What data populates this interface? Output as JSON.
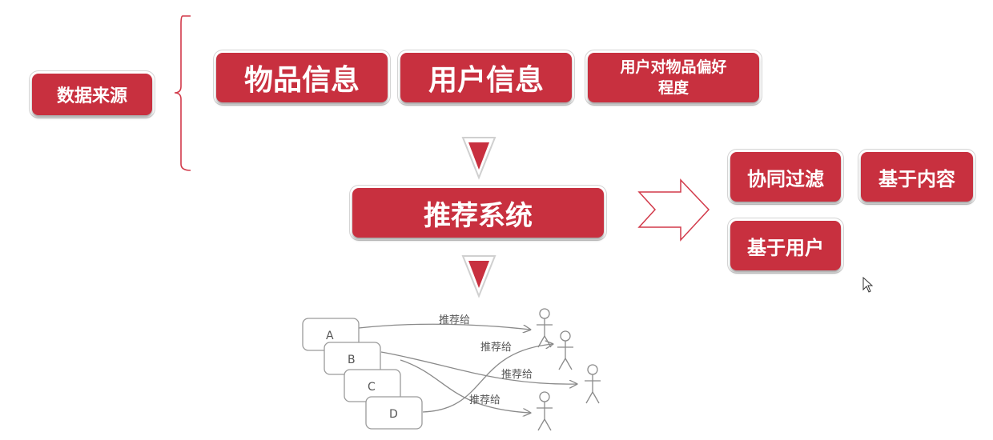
{
  "source_label": "数据来源",
  "sources": [
    "物品信息",
    "用户信息",
    "用户对物品偏好程度"
  ],
  "system_label": "推荐系统",
  "methods": [
    "协同过滤",
    "基于内容",
    "基于用户"
  ],
  "illustration": {
    "items": [
      "A",
      "B",
      "C",
      "D"
    ],
    "edge_label": "推荐给",
    "edge_labels": [
      "推荐给",
      "推荐给",
      "推荐给",
      "推荐给"
    ]
  },
  "colors": {
    "box_fill": "#c8303f",
    "arrow": "#c8303f"
  }
}
